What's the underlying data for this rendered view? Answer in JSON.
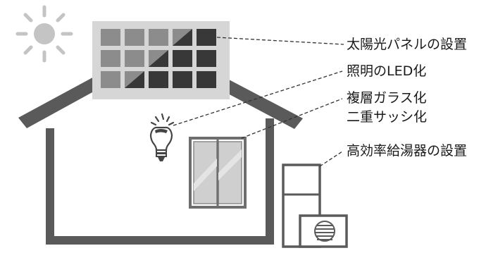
{
  "labels": {
    "solar_panel": "太陽光パネルの設置",
    "led_lighting": "照明のLED化",
    "double_glass": "複層ガラス化",
    "double_sash": "二重サッシ化",
    "water_heater": "高効率給湯器の設置"
  },
  "colors": {
    "house_line": "#5a5a5a",
    "panel_bg": "#d6d6d6",
    "cell_light": "#8c8c8c",
    "cell_dark": "#383838",
    "sun": "#c4c4c4",
    "window_glass": "#cfcfcf",
    "leader_line": "#333333"
  },
  "icons": [
    "sun-icon",
    "led-bulb-icon",
    "solar-panel-icon",
    "window-icon",
    "water-heater-icon",
    "house-outline"
  ]
}
